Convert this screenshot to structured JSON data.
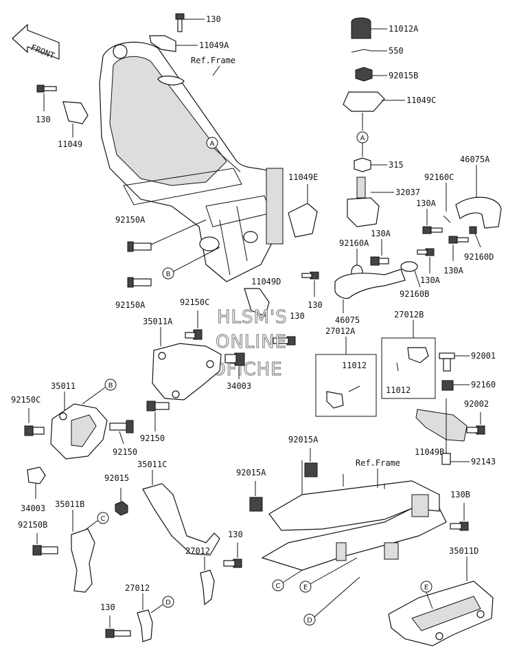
{
  "front_arrow": {
    "label": "FRONT"
  },
  "watermark": {
    "line1": "HLSM'S",
    "line2": "ONLINE",
    "line3": "MICROFICHE"
  },
  "labels": {
    "p130_top": "130",
    "p11049A": "11049A",
    "ref_frame_top": "Ref.Frame",
    "p130_left": "130",
    "p11049": "11049",
    "p11012A": "11012A",
    "p550": "550",
    "p92015B": "92015B",
    "p11049C": "11049C",
    "p315": "315",
    "p32037": "32037",
    "p46075A": "46075A",
    "p92160C": "92160C",
    "p130A_1": "130A",
    "p130A_2": "130A",
    "p130A_3": "130A",
    "p130A_4": "130A",
    "p92160A": "92160A",
    "p92160D": "92160D",
    "p92160B": "92160B",
    "p46075": "46075",
    "p11049E": "11049E",
    "p92150A_1": "92150A",
    "p92150A_2": "92150A",
    "p11049D": "11049D",
    "p130_mid1": "130",
    "p130_mid2": "130",
    "p92150C_1": "92150C",
    "p35011A": "35011A",
    "p34003_1": "34003",
    "p27012A": "27012A",
    "p27012B": "27012B",
    "p11012_1": "11012",
    "p11012_2": "11012",
    "p92001": "92001",
    "p92160": "92160",
    "p92002": "92002",
    "p35011": "35011",
    "p92150C_2": "92150C",
    "p92150_1": "92150",
    "p92150_2": "92150",
    "p34003_2": "34003",
    "p11049B": "11049B",
    "p92143": "92143",
    "p92015A_1": "92015A",
    "p92015A_2": "92015A",
    "ref_frame_bottom": "Ref.Frame",
    "p35011C": "35011C",
    "p92015": "92015",
    "p35011B": "35011B",
    "p92150B": "92150B",
    "p130B": "130B",
    "p130_low": "130",
    "p27012_1": "27012",
    "p27012_2": "27012",
    "p130_bottom": "130",
    "p35011D": "35011D"
  },
  "callouts": {
    "A1": "A",
    "A2": "A",
    "B1": "B",
    "B2": "B",
    "C1": "C",
    "C2": "C",
    "D1": "D",
    "D2": "D",
    "E1": "E",
    "E2": "E"
  }
}
